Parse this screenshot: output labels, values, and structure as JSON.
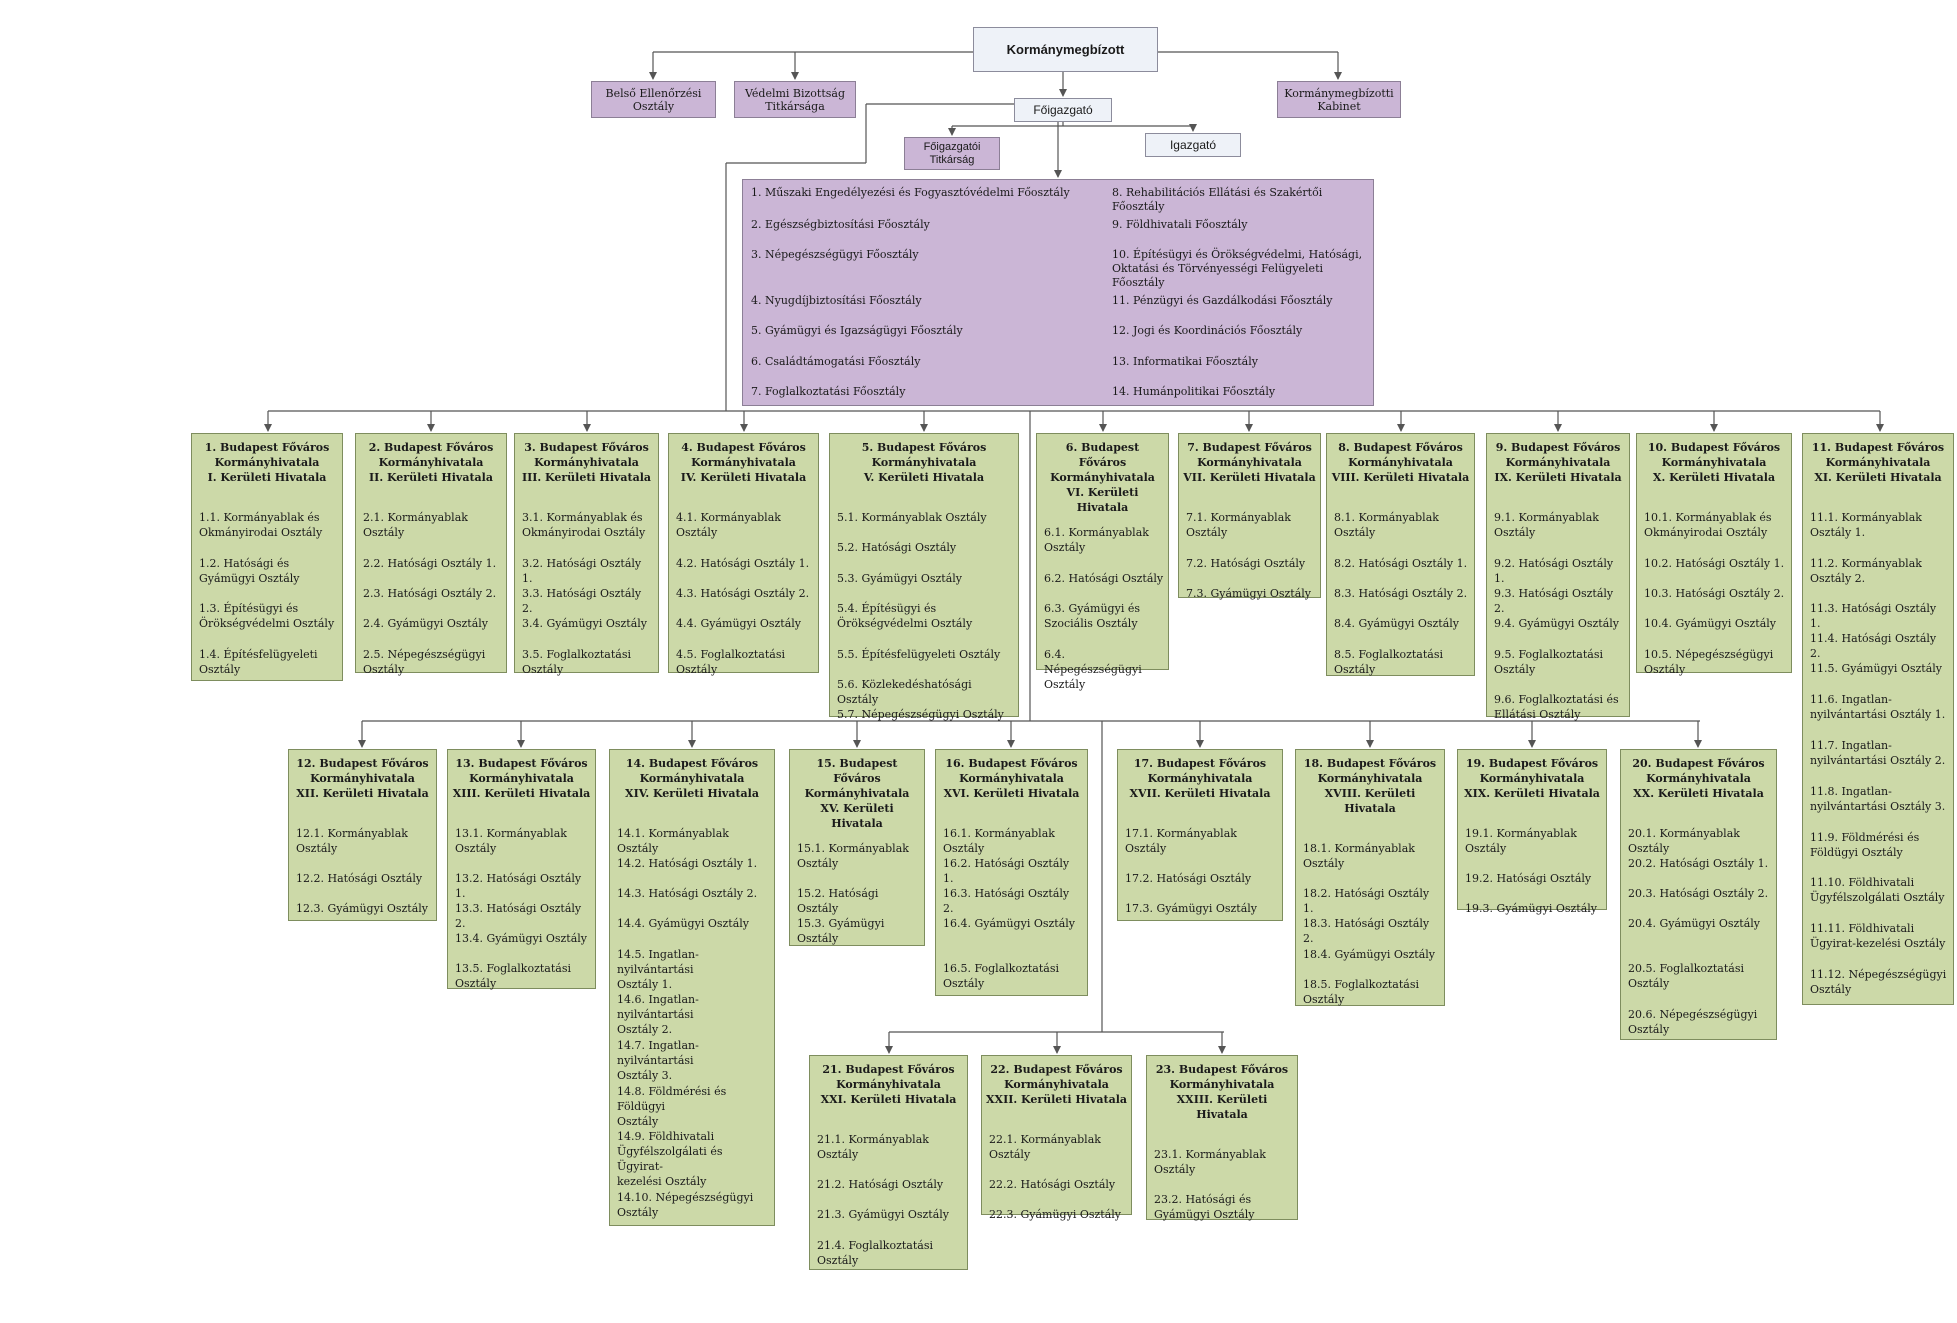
{
  "colors": {
    "top": "#eef2f8",
    "lila": "#cbb6d6",
    "green": "#ccd9a8",
    "line": "#555555"
  },
  "head": "Kormánymegbízott",
  "belso": "Belső Ellenőrzési\nOsztály",
  "vedelmi": "Védelmi Bizottság\nTitkársága",
  "kabinet": "Kormánymegbízotti\nKabinet",
  "foigazgato": "Főigazgató",
  "foig_titk": "Főigazgatói\nTitkárság",
  "igazgato": "Igazgató",
  "main_departments": [
    "1. Műszaki Engedélyezési és Fogyasztóvédelmi Főosztály",
    "2. Egészségbiztosítási Főosztály",
    "3. Népegészségügyi Főosztály",
    "4. Nyugdíjbiztosítási Főosztály",
    "5. Gyámügyi és Igazságügyi Főosztály",
    "6. Családtámogatási Főosztály",
    "7. Foglalkoztatási Főosztály",
    "8. Rehabilitációs Ellátási és Szakértői Főosztály",
    "9. Földhivatali Főosztály",
    "10. Építésügyi és Örökségvédelmi, Hatósági,\nOktatási és Törvényességi Felügyeleti Főosztály",
    "11. Pénzügyi és Gazdálkodási Főosztály",
    "12. Jogi és Koordinációs Főosztály",
    "13. Informatikai Főosztály",
    "14. Humánpolitikai Főosztály"
  ],
  "offices": [
    {
      "title": "1. Budapest Főváros\nKormányhivatala\nI. Kerületi Hivatala",
      "items": [
        "1.1. Kormányablak és\nOkmányirodai Osztály",
        "1.2. Hatósági és\nGyámügyi Osztály",
        "1.3. Építésügyi és\nÖrökségvédelmi Osztály",
        "1.4. Építésfelügyeleti\nOsztály"
      ]
    },
    {
      "title": "2. Budapest Főváros\nKormányhivatala\nII. Kerületi Hivatala",
      "items": [
        "2.1. Kormányablak\nOsztály",
        "2.2. Hatósági Osztály 1.",
        "2.3. Hatósági Osztály 2.",
        "2.4. Gyámügyi Osztály",
        "2.5. Népegészségügyi\nOsztály"
      ]
    },
    {
      "title": "3. Budapest Főváros\nKormányhivatala\nIII. Kerületi Hivatala",
      "items": [
        "3.1. Kormányablak és\nOkmányirodai Osztály",
        "3.2. Hatósági Osztály 1.",
        "3.3. Hatósági Osztály 2.",
        "3.4. Gyámügyi Osztály",
        "3.5. Foglalkoztatási\nOsztály"
      ]
    },
    {
      "title": "4. Budapest Főváros\nKormányhivatala\nIV. Kerületi Hivatala",
      "items": [
        "4.1. Kormányablak\nOsztály",
        "4.2. Hatósági Osztály 1.",
        "4.3. Hatósági Osztály 2.",
        "4.4. Gyámügyi Osztály",
        "4.5. Foglalkoztatási\nOsztály"
      ]
    },
    {
      "title": "5. Budapest Főváros\nKormányhivatala\nV. Kerületi Hivatala",
      "items": [
        "5.1. Kormányablak Osztály",
        "5.2. Hatósági Osztály",
        "5.3. Gyámügyi Osztály",
        "5.4. Építésügyi és\nÖrökségvédelmi Osztály",
        "5.5. Építésfelügyeleti Osztály",
        "5.6. Közlekedéshatósági Osztály",
        "5.7. Népegészségügyi Osztály"
      ]
    },
    {
      "title": "6. Budapest Főváros\nKormányhivatala\nVI. Kerületi\nHivatala",
      "items": [
        "6.1. Kormányablak\nOsztály",
        "6.2. Hatósági Osztály",
        "6.3. Gyámügyi és\nSzociális Osztály",
        "6.4. Népegészségügyi\nOsztály"
      ]
    },
    {
      "title": "7. Budapest Főváros\nKormányhivatala\nVII. Kerületi Hivatala",
      "items": [
        "7.1. Kormányablak\nOsztály",
        "7.2. Hatósági Osztály",
        "7.3. Gyámügyi Osztály"
      ]
    },
    {
      "title": "8. Budapest Főváros\nKormányhivatala\nVIII. Kerületi Hivatala",
      "items": [
        "8.1. Kormányablak\nOsztály",
        "8.2. Hatósági Osztály 1.",
        "8.3. Hatósági Osztály 2.",
        "8.4. Gyámügyi Osztály",
        "8.5. Foglalkoztatási\nOsztály"
      ]
    },
    {
      "title": "9. Budapest Főváros\nKormányhivatala\nIX. Kerületi Hivatala",
      "items": [
        "9.1. Kormányablak\nOsztály",
        "9.2. Hatósági Osztály 1.",
        "9.3. Hatósági Osztály 2.",
        "9.4. Gyámügyi Osztály",
        "9.5. Foglalkoztatási\nOsztály",
        "9.6. Foglalkoztatási és\nEllátási Osztály"
      ]
    },
    {
      "title": "10. Budapest Főváros\nKormányhivatala\nX. Kerületi Hivatala",
      "items": [
        "10.1. Kormányablak és\nOkmányirodai Osztály",
        "10.2. Hatósági Osztály 1.",
        "10.3. Hatósági Osztály 2.",
        "10.4. Gyámügyi Osztály",
        "10.5. Népegészségügyi\nOsztály"
      ]
    },
    {
      "title": "11. Budapest Főváros\nKormányhivatala\nXI. Kerületi Hivatala",
      "items": [
        "11.1. Kormányablak\nOsztály 1.",
        "11.2. Kormányablak\nOsztály 2.",
        "11.3. Hatósági Osztály 1.",
        "11.4. Hatósági Osztály 2.",
        "11.5. Gyámügyi Osztály",
        "11.6. Ingatlan-\nnyilvántartási Osztály 1.",
        "11.7. Ingatlan-\nnyilvántartási Osztály 2.",
        "11.8. Ingatlan-\nnyilvántartási Osztály 3.",
        "11.9. Földmérési és\nFöldügyi Osztály",
        "11.10. Földhivatali\nÜgyfélszolgálati Osztály",
        "11.11. Földhivatali\nÜgyirat-kezelési Osztály",
        "11.12. Népegészségügyi\nOsztály"
      ]
    },
    {
      "title": "12. Budapest Főváros\nKormányhivatala\nXII. Kerületi Hivatala",
      "items": [
        "12.1. Kormányablak\nOsztály",
        "12.2. Hatósági Osztály",
        "12.3. Gyámügyi Osztály"
      ]
    },
    {
      "title": "13. Budapest Főváros\nKormányhivatala\nXIII. Kerületi Hivatala",
      "items": [
        "13.1. Kormányablak\nOsztály",
        "13.2. Hatósági Osztály 1.",
        "13.3. Hatósági Osztály 2.",
        "13.4. Gyámügyi Osztály",
        "13.5. Foglalkoztatási\nOsztály"
      ]
    },
    {
      "title": "14. Budapest Főváros\nKormányhivatala\nXIV. Kerületi Hivatala",
      "items": [
        "14.1. Kormányablak  Osztály",
        "14.2. Hatósági Osztály 1.",
        "14.3. Hatósági Osztály 2.",
        "14.4. Gyámügyi Osztály",
        "14.5. Ingatlan-nyilvántartási\nOsztály 1.",
        "14.6. Ingatlan-nyilvántartási\nOsztály 2.",
        "14.7. Ingatlan-nyilvántartási\nOsztály 3.",
        "14.8. Földmérési és Földügyi\nOsztály",
        "14.9. Földhivatali\nÜgyfélszolgálati és Ügyirat-\nkezelési Osztály",
        "14.10. Népegészségügyi\nOsztály"
      ]
    },
    {
      "title": "15. Budapest Főváros\nKormányhivatala\nXV. Kerületi\nHivatala",
      "items": [
        "15.1. Kormányablak\nOsztály",
        "15.2. Hatósági Osztály",
        "15.3. Gyámügyi\nOsztály"
      ]
    },
    {
      "title": "16. Budapest Főváros\nKormányhivatala\nXVI. Kerületi Hivatala",
      "items": [
        "16.1. Kormányablak\nOsztály",
        "16.2. Hatósági Osztály 1.",
        "16.3. Hatósági Osztály 2.",
        "16.4. Gyámügyi Osztály",
        "16.5. Foglalkoztatási\nOsztály"
      ]
    },
    {
      "title": "17. Budapest Főváros\nKormányhivatala\nXVII. Kerületi Hivatala",
      "items": [
        "17.1. Kormányablak\nOsztály",
        "17.2. Hatósági Osztály",
        "17.3. Gyámügyi Osztály"
      ]
    },
    {
      "title": "18. Budapest Főváros\nKormányhivatala\nXVIII. Kerületi\nHivatala",
      "items": [
        "18.1. Kormányablak\nOsztály",
        "18.2. Hatósági Osztály 1.",
        "18.3. Hatósági Osztály 2.",
        "18.4. Gyámügyi Osztály",
        "18.5. Foglalkoztatási\nOsztály"
      ]
    },
    {
      "title": "19. Budapest Főváros\nKormányhivatala\nXIX. Kerületi Hivatala",
      "items": [
        "19.1. Kormányablak\nOsztály",
        "19.2. Hatósági Osztály",
        "19.3. Gyámügyi Osztály"
      ]
    },
    {
      "title": "20. Budapest Főváros\nKormányhivatala\nXX. Kerületi Hivatala",
      "items": [
        "20.1. Kormányablak\nOsztály",
        "20.2. Hatósági Osztály 1.",
        "20.3. Hatósági Osztály 2.",
        "20.4. Gyámügyi Osztály",
        "20.5. Foglalkoztatási\nOsztály",
        "20.6. Népegészségügyi\nOsztály"
      ]
    },
    {
      "title": "21. Budapest Főváros\nKormányhivatala\nXXI. Kerületi Hivatala",
      "items": [
        "21.1. Kormányablak\nOsztály",
        "21.2. Hatósági Osztály",
        "21.3. Gyámügyi Osztály",
        "21.4. Foglalkoztatási\nOsztály"
      ]
    },
    {
      "title": "22. Budapest Főváros\nKormányhivatala\nXXII. Kerületi Hivatala",
      "items": [
        "22.1. Kormányablak\nOsztály",
        "22.2. Hatósági Osztály",
        "22.3. Gyámügyi Osztály"
      ]
    },
    {
      "title": "23. Budapest Főváros\nKormányhivatala\nXXIII. Kerületi\nHivatala",
      "items": [
        "23.1. Kormányablak\nOsztály",
        "23.2. Hatósági és\nGyámügyi Osztály"
      ]
    }
  ]
}
